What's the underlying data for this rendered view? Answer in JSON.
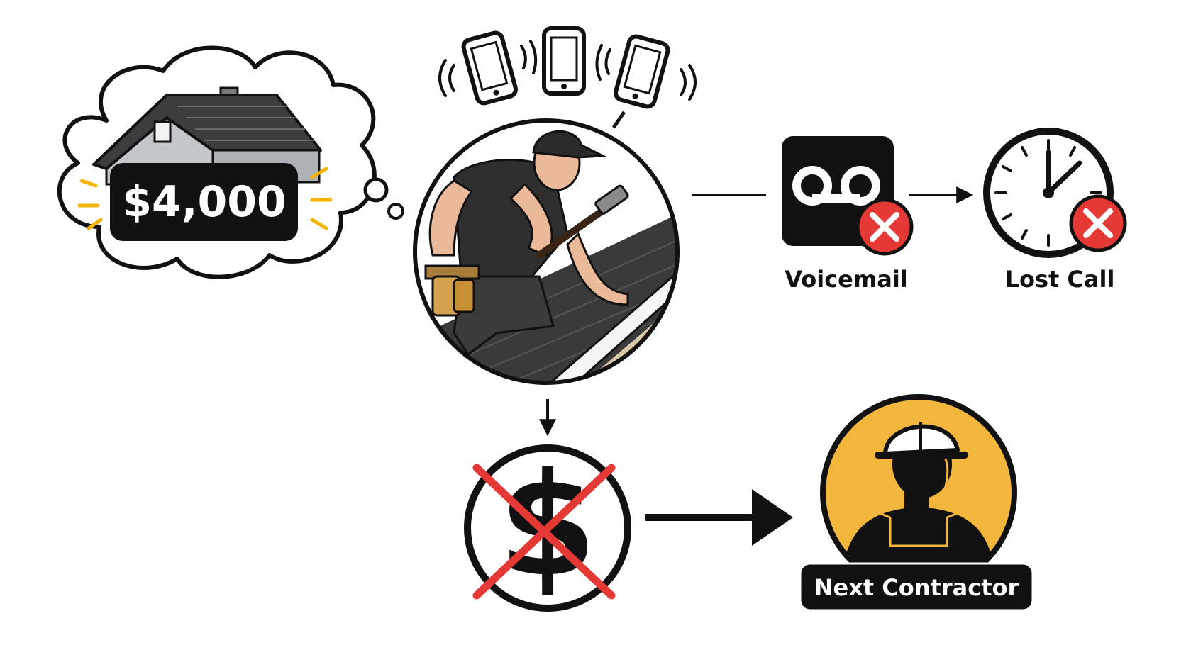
{
  "price": {
    "text": "$4,000"
  },
  "voicemail": {
    "label": "Voicemail"
  },
  "lost_call": {
    "label": "Lost Call"
  },
  "next_contractor": {
    "label": "Next Contractor"
  },
  "colors": {
    "ink": "#111111",
    "accent_yellow": "#f2b63c",
    "spark_yellow": "#f4b400",
    "error_red": "#e53935",
    "roof_gray": "#3a3a3a",
    "house_wall": "#bfc3c8",
    "white": "#ffffff"
  },
  "icons": [
    "thought-cloud-icon",
    "house-icon",
    "phone-icon",
    "contractor-icon",
    "hammer-icon",
    "voicemail-icon",
    "clock-icon",
    "error-x-icon",
    "no-money-icon",
    "worker-hardhat-icon",
    "arrow-icon"
  ]
}
